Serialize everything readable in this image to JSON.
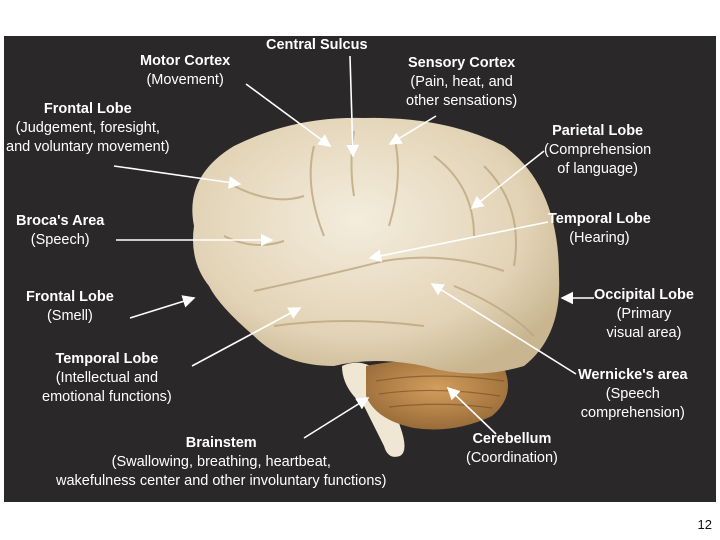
{
  "labels": {
    "motor_cortex": {
      "title": "Motor Cortex",
      "desc": [
        "(Movement)"
      ]
    },
    "central_sulcus": {
      "title": "Central Sulcus",
      "desc": []
    },
    "sensory_cortex": {
      "title": "Sensory Cortex",
      "desc": [
        "(Pain, heat, and",
        "other sensations)"
      ]
    },
    "frontal_lobe_top": {
      "title": "Frontal Lobe",
      "desc": [
        "(Judgement, foresight,",
        "and voluntary movement)"
      ]
    },
    "parietal_lobe": {
      "title": "Parietal Lobe",
      "desc": [
        "(Comprehension",
        "of language)"
      ]
    },
    "brocas_area": {
      "title": "Broca's Area",
      "desc": [
        "(Speech)"
      ]
    },
    "temporal_lobe_right": {
      "title": "Temporal Lobe",
      "desc": [
        "(Hearing)"
      ]
    },
    "frontal_lobe_smell": {
      "title": "Frontal Lobe",
      "desc": [
        "(Smell)"
      ]
    },
    "occipital_lobe": {
      "title": "Occipital Lobe",
      "desc": [
        "(Primary",
        "visual area)"
      ]
    },
    "temporal_lobe_left": {
      "title": "Temporal Lobe",
      "desc": [
        "(Intellectual and",
        "emotional functions)"
      ]
    },
    "wernickes_area": {
      "title": "Wernicke's area",
      "desc": [
        "(Speech",
        "comprehension)"
      ]
    },
    "brainstem": {
      "title": "Brainstem",
      "desc": [
        "(Swallowing, breathing, heartbeat,",
        "wakefulness center and other involuntary functions)"
      ]
    },
    "cerebellum": {
      "title": "Cerebellum",
      "desc": [
        "(Coordination)"
      ]
    }
  },
  "page_number": "12",
  "colors": {
    "background": "#2b2829",
    "brain": "#e9dcc4",
    "cerebellum": "#b8854a",
    "label_text": "#ffffff"
  }
}
